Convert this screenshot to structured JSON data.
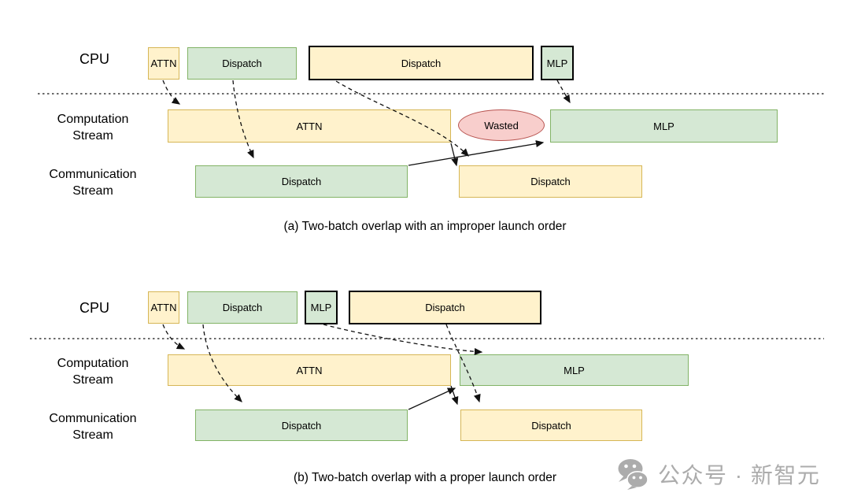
{
  "colors": {
    "yellow_fill": "#FFF2CC",
    "yellow_border": "#D6B656",
    "green_fill": "#D5E8D4",
    "green_border": "#82B366",
    "pink_fill": "#F8CECC",
    "pink_border": "#B85450",
    "watermark": "#ACACAC"
  },
  "diagram_a": {
    "cpu_label": "CPU",
    "computation_stream": {
      "line1": "Computation",
      "line2": "Stream"
    },
    "communication_stream": {
      "line1": "Communication",
      "line2": "Stream"
    },
    "cpu_row": {
      "attn": "ATTN",
      "dispatch_b0": "Dispatch",
      "dispatch_b1": "Dispatch",
      "mlp": "MLP"
    },
    "computation_row": {
      "attn": "ATTN",
      "wasted": "Wasted",
      "mlp": "MLP"
    },
    "communication_row": {
      "dispatch_b0": "Dispatch",
      "dispatch_b1": "Dispatch"
    },
    "caption": "(a) Two-batch overlap with an improper launch order"
  },
  "diagram_b": {
    "cpu_label": "CPU",
    "computation_stream": {
      "line1": "Computation",
      "line2": "Stream"
    },
    "communication_stream": {
      "line1": "Communication",
      "line2": "Stream"
    },
    "cpu_row": {
      "attn": "ATTN",
      "dispatch_b0": "Dispatch",
      "mlp": "MLP",
      "dispatch_b1": "Dispatch"
    },
    "computation_row": {
      "attn": "ATTN",
      "mlp": "MLP"
    },
    "communication_row": {
      "dispatch_b0": "Dispatch",
      "dispatch_b1": "Dispatch"
    },
    "caption": "(b) Two-batch overlap with a proper launch order"
  },
  "watermark": {
    "text": "公众号 · 新智元"
  }
}
